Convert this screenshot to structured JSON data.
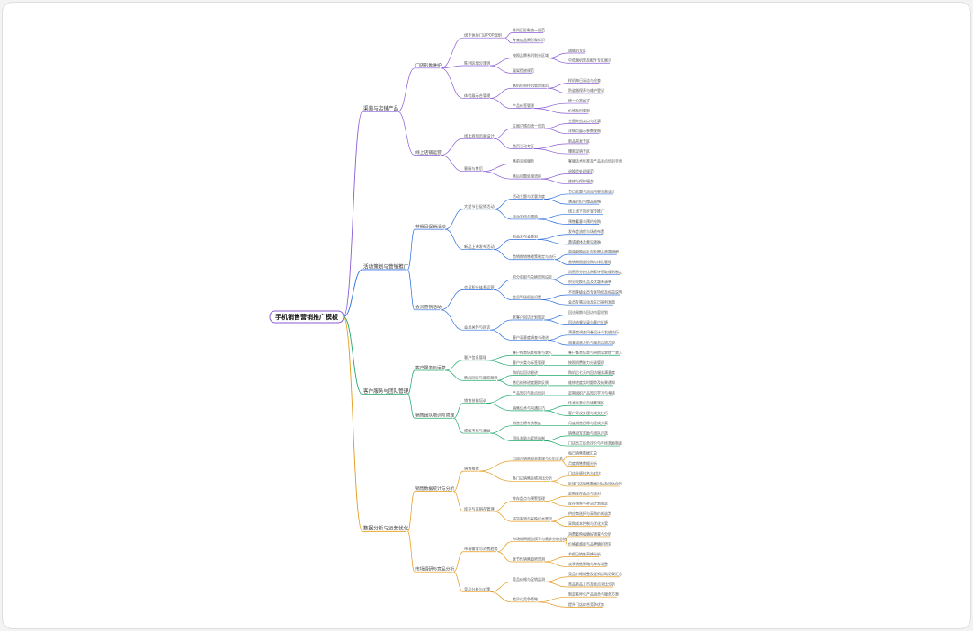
{
  "root": "手机销售营销推广模板",
  "branches": [
    {
      "name": "渠道与店铺产品",
      "color": "#8a5cd6",
      "children": [
        {
          "name": "门店形象维护",
          "children": [
            {
              "name": "线下体验门店POP规划",
              "children": [
                {
                  "name": "陈列区形象统一规范"
                },
                {
                  "name": "专卖店品牌形象标识"
                }
              ]
            },
            {
              "name": "陈列区划分规则",
              "children": [
                {
                  "name": "按照品牌系列划分区域",
                  "children": [
                    {
                      "name": "旗舰机专区"
                    },
                    {
                      "name": "中低端机型及配件专区展示"
                    }
                  ]
                },
                {
                  "name": "展架摆放规范"
                }
              ]
            },
            {
              "name": "体验展示台管理",
              "children": [
                {
                  "name": "真机体验样机管理规范",
                  "children": [
                    {
                      "name": "样机每日清洁与检查"
                    },
                    {
                      "name": "防盗器保养与维护登记"
                    }
                  ]
                },
                {
                  "name": "产品价签管理",
                  "children": [
                    {
                      "name": "统一价签格式"
                    },
                    {
                      "name": "价格及时更新"
                    }
                  ]
                }
              ]
            }
          ]
        },
        {
          "name": "线上店铺运营",
          "children": [
            {
              "name": "线上商城页面设计",
              "children": [
                {
                  "name": "主图详情页统一规范",
                  "children": [
                    {
                      "name": "主图突出卖点与优惠"
                    },
                    {
                      "name": "详情页展示参数规格"
                    }
                  ]
                },
                {
                  "name": "首页活动专区",
                  "children": [
                    {
                      "name": "新品首发专区"
                    },
                    {
                      "name": "爆款促销专区"
                    }
                  ]
                }
              ]
            },
            {
              "name": "客服与售后",
              "children": [
                {
                  "name": "售前咨询服务",
                  "children": [
                    {
                      "name": "客服话术标准及产品卖点培训手册"
                    }
                  ]
                },
                {
                  "name": "售后问题处理流程",
                  "children": [
                    {
                      "name": "退换货处理规范"
                    },
                    {
                      "name": "维修与保修服务"
                    }
                  ]
                }
              ]
            }
          ]
        }
      ]
    },
    {
      "name": "活动策划与营销推广",
      "color": "#2e6fe0",
      "children": [
        {
          "name": "节假日促销活动",
          "children": [
            {
              "name": "大型节日促销活动",
              "children": [
                {
                  "name": "活动主题与优惠力度",
                  "children": [
                    {
                      "name": "节日主题与活动内容包装设计"
                    },
                    {
                      "name": "满减折扣与赠品策略"
                    }
                  ]
                },
                {
                  "name": "活动宣传与预热",
                  "children": [
                    {
                      "name": "线上线下同步宣传推广"
                    },
                    {
                      "name": "预售蓄客与预约抢购"
                    }
                  ]
                }
              ]
            },
            {
              "name": "新品上市发布活动",
              "children": [
                {
                  "name": "新品发布会策划",
                  "children": [
                    {
                      "name": "发布会流程与场地布置"
                    },
                    {
                      "name": "邀请媒体及意见领袖"
                    }
                  ]
                },
                {
                  "name": "首销期销售政策制定与执行",
                  "children": [
                    {
                      "name": "首销期购机礼包及赠品政策明细"
                    },
                    {
                      "name": "首销期限量抢购与排队管理"
                    }
                  ]
                }
              ]
            }
          ]
        },
        {
          "name": "会员营销活动",
          "children": [
            {
              "name": "会员积分体系运营",
              "children": [
                {
                  "name": "积分获取与兑换规则设定",
                  "children": [
                    {
                      "name": "消费积分按比例累计获取规则制定"
                    },
                    {
                      "name": "积分兑换礼品及优惠券清单"
                    }
                  ]
                },
                {
                  "name": "会员等级权益设置",
                  "children": [
                    {
                      "name": "不同等级会员专享特权及权益说明"
                    },
                    {
                      "name": "会员专属活动及生日福利发放"
                    }
                  ]
                }
              ]
            },
            {
              "name": "会员关怀与回访",
              "children": [
                {
                  "name": "老客户回访计划制定",
                  "children": [
                    {
                      "name": "回访周期与回访内容规划"
                    },
                    {
                      "name": "回访结果记录与客户反馈"
                    }
                  ]
                },
                {
                  "name": "客户满意度调查与改进",
                  "children": [
                    {
                      "name": "满意度调查问卷设计与发放执行"
                    },
                    {
                      "name": "调查结果分析与服务改进方案"
                    }
                  ]
                }
              ]
            }
          ]
        }
      ]
    },
    {
      "name": "客户服务与团队管理",
      "color": "#1fa86a",
      "children": [
        {
          "name": "客户服务与运营",
          "children": [
            {
              "name": "客户信息管理",
              "children": [
                {
                  "name": "客户档案信息收集与录入",
                  "children": [
                    {
                      "name": "客户基本信息与消费记录统一录入"
                    }
                  ]
                },
                {
                  "name": "客户分类与标签管理",
                  "children": [
                    {
                      "name": "按照消费能力分级管理"
                    }
                  ]
                }
              ]
            },
            {
              "name": "售后回访与跟踪服务",
              "children": [
                {
                  "name": "购机后回访跟进",
                  "children": [
                    {
                      "name": "购机后七天内回访服务满意度"
                    }
                  ]
                },
                {
                  "name": "售后维修进度跟踪反馈",
                  "children": [
                    {
                      "name": "维修进度实时跟踪及结果通知"
                    }
                  ]
                }
              ]
            }
          ]
        },
        {
          "name": "销售团队培训与管理",
          "children": [
            {
              "name": "销售技能培训",
              "children": [
                {
                  "name": "产品知识与卖点培训",
                  "children": [
                    {
                      "name": "定期组织产品知识学习与考核"
                    }
                  ]
                },
                {
                  "name": "销售话术与沟通技巧",
                  "children": [
                    {
                      "name": "话术标准化与场景演练"
                    },
                    {
                      "name": "客户异议处理与成交技巧"
                    }
                  ]
                }
              ]
            },
            {
              "name": "绩效考核与激励",
              "children": [
                {
                  "name": "销售业绩考核制度",
                  "children": [
                    {
                      "name": "月度销售目标与提成方案"
                    }
                  ]
                },
                {
                  "name": "团队激励与奖惩机制",
                  "children": [
                    {
                      "name": "销售冠军奖励与团队评选"
                    },
                    {
                      "name": "门店员工综合评价与年终奖励制度"
                    }
                  ]
                }
              ]
            }
          ]
        }
      ]
    },
    {
      "name": "数据分析与运营优化",
      "color": "#e39a1b",
      "children": [
        {
          "name": "销售数据统计与分析",
          "children": [
            {
              "name": "销售报表",
              "children": [
                {
                  "name": "日周月销售报表整理与分析汇总",
                  "children": [
                    {
                      "name": "每日销售数据汇总"
                    },
                    {
                      "name": "月度销售数据分析"
                    }
                  ]
                },
                {
                  "name": "各门店销售业绩对比分析",
                  "children": [
                    {
                      "name": "门店业绩排名与对比"
                    },
                    {
                      "name": "区域门店销售数据对比及评估分析"
                    }
                  ]
                }
              ]
            },
            {
              "name": "库存与进销存管理",
              "children": [
                {
                  "name": "库存盘点与预警管理",
                  "children": [
                    {
                      "name": "定期库存盘点与核对"
                    },
                    {
                      "name": "库存预警与补货计划制定"
                    }
                  ]
                },
                {
                  "name": "进货渠道与采购成本管控",
                  "children": [
                    {
                      "name": "供应商选择与采购价格谈判"
                    },
                    {
                      "name": "采购成本控制与优化方案"
                    }
                  ]
                }
              ]
            }
          ]
        },
        {
          "name": "市场调研与竞品分析",
          "children": [
            {
              "name": "市场需求与消费趋势",
              "children": [
                {
                  "name": "市场调研报告撰写与需求分析总结",
                  "children": [
                    {
                      "name": "消费者购机偏好调查与分析"
                    },
                    {
                      "name": "价格敏感度与品牌偏好研究"
                    }
                  ]
                },
                {
                  "name": "季节性销售趋势预测",
                  "children": [
                    {
                      "name": "节假日销售高峰分析"
                    },
                    {
                      "name": "淡季销售策略与库存调整"
                    }
                  ]
                }
              ]
            },
            {
              "name": "竞品分析与对策",
              "children": [
                {
                  "name": "竞品价格与促销监测",
                  "children": [
                    {
                      "name": "竞品价格调整及促销活动记录汇总"
                    },
                    {
                      "name": "竞品新品上市及卖点对比分析"
                    }
                  ]
                },
                {
                  "name": "差异化竞争策略",
                  "children": [
                    {
                      "name": "制定差异化产品组合与服务方案"
                    },
                    {
                      "name": "提升门店综合竞争优势"
                    }
                  ]
                }
              ]
            }
          ]
        }
      ]
    }
  ]
}
